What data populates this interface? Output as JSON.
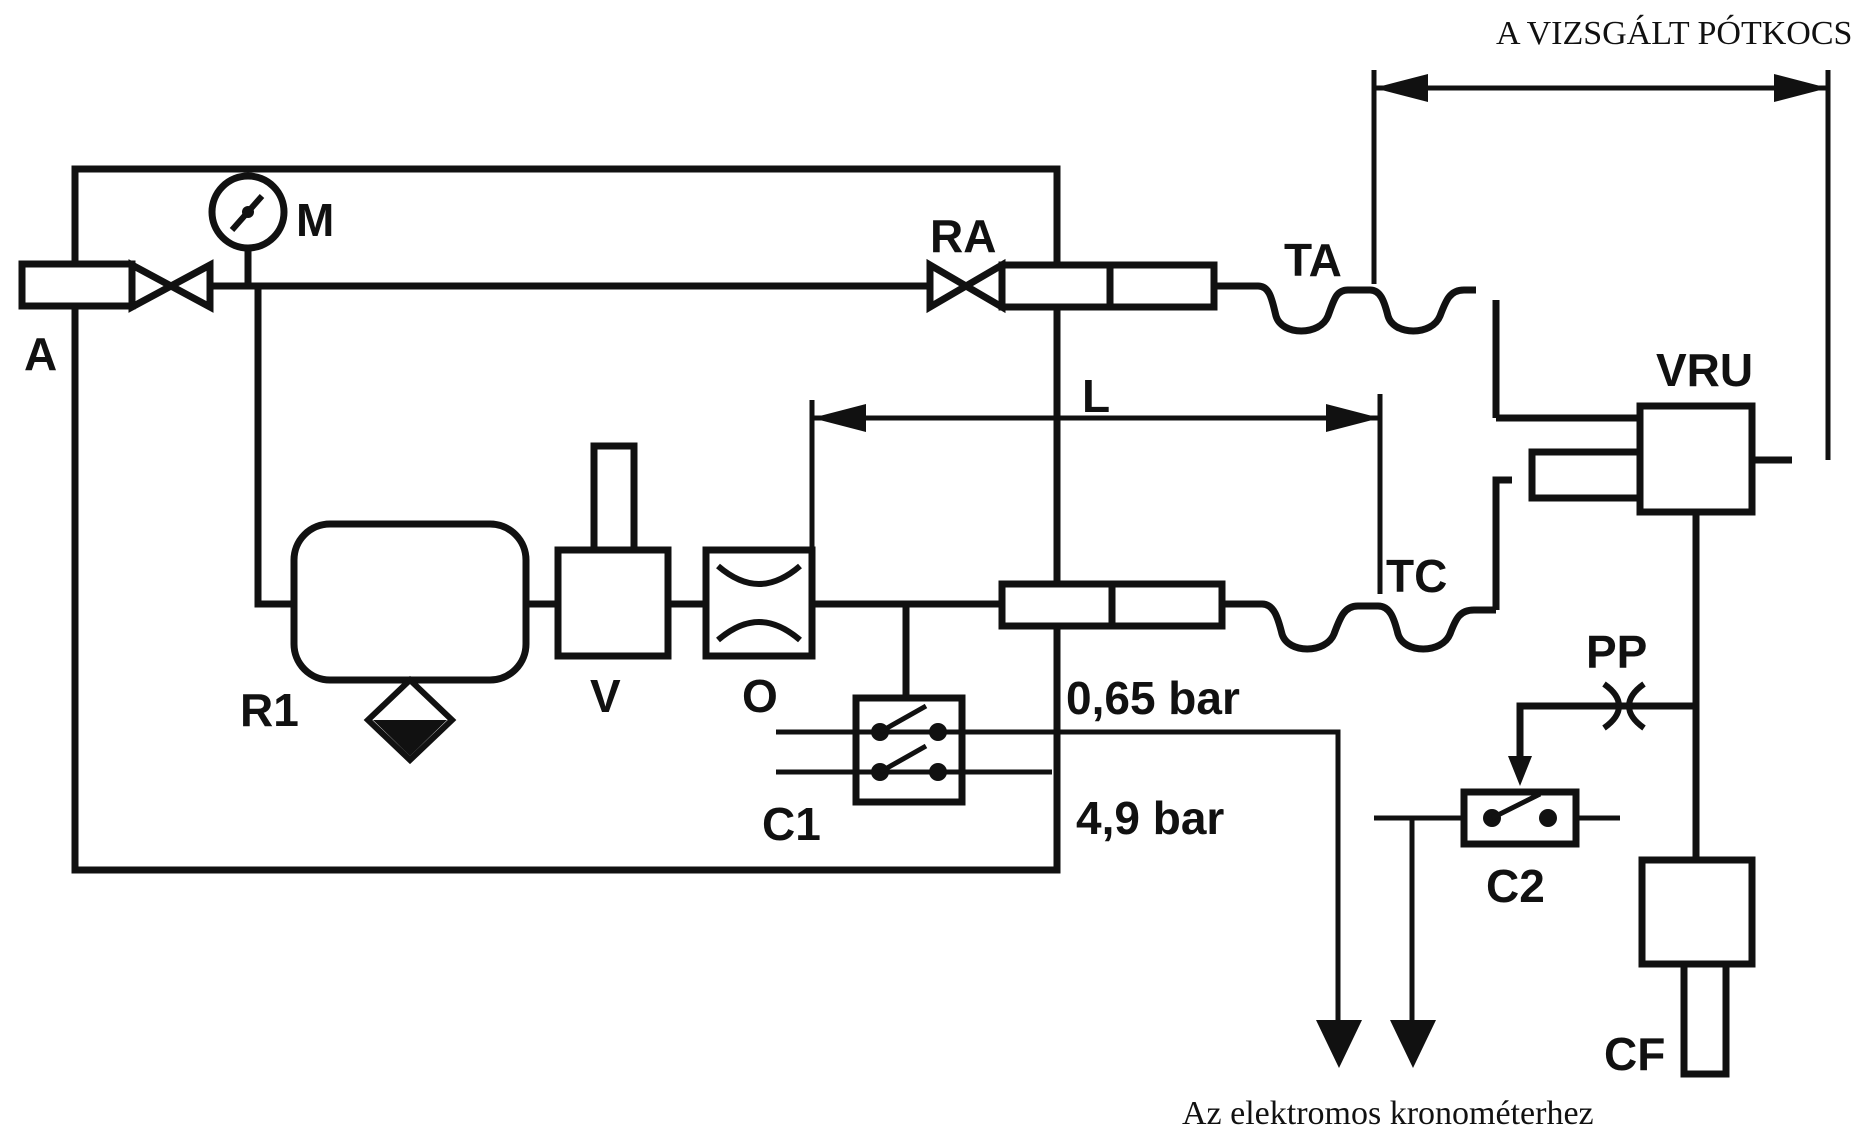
{
  "captions": {
    "trailer": "A VIZSGÁLT PÓTKOCSI",
    "chronometer": "Az elektromos kronométerhez"
  },
  "labels": {
    "A": "A",
    "M": "M",
    "RA": "RA",
    "TA": "TA",
    "VRU": "VRU",
    "L": "L",
    "TC": "TC",
    "R1": "R1",
    "V": "V",
    "O": "O",
    "C1": "C1",
    "PP": "PP",
    "C2": "C2",
    "CF": "CF",
    "p_low": "0,65 bar",
    "p_high": "4,9 bar"
  }
}
